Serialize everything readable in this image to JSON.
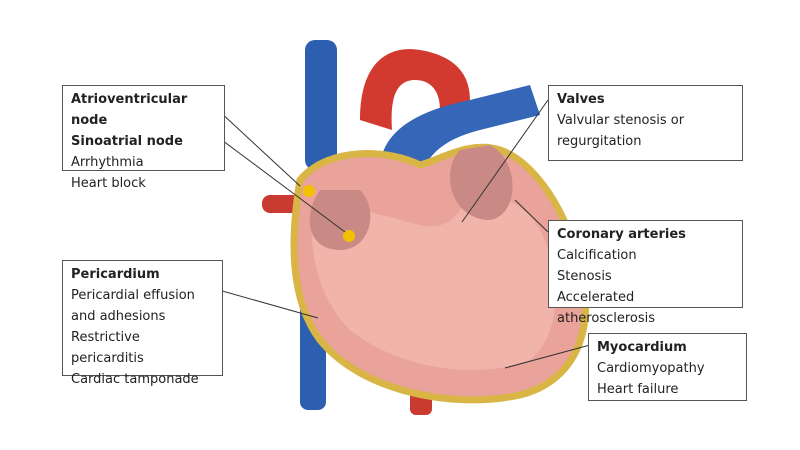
{
  "labels": {
    "nodes": {
      "title1": "Atrioventricular node",
      "title2": "Sinoatrial node",
      "items": [
        "Arrhythmia",
        "Heart block"
      ]
    },
    "valves": {
      "title": "Valves",
      "items": [
        "Valvular stenosis or regurgitation"
      ]
    },
    "coronary": {
      "title": "Coronary arteries",
      "items": [
        "Calcification",
        "Stenosis",
        "Accelerated atherosclerosis"
      ]
    },
    "pericardium": {
      "title": "Pericardium",
      "items": [
        "Pericardial effusion and adhesions",
        "Restrictive pericarditis",
        "Cardiac tamponade"
      ]
    },
    "myocardium": {
      "title": "Myocardium",
      "items": [
        "Cardiomyopathy",
        "Heart failure"
      ]
    }
  }
}
